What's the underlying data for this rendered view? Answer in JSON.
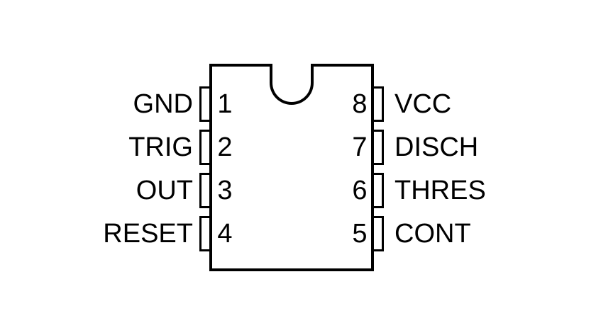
{
  "diagram": {
    "type": "ic-pinout",
    "package": "8-pin-dip",
    "colors": {
      "line": "#000000",
      "background": "#ffffff",
      "text": "#000000"
    },
    "pins": {
      "left": [
        {
          "number": "1",
          "label": "GND"
        },
        {
          "number": "2",
          "label": "TRIG"
        },
        {
          "number": "3",
          "label": "OUT"
        },
        {
          "number": "4",
          "label": "RESET"
        }
      ],
      "right": [
        {
          "number": "8",
          "label": "VCC"
        },
        {
          "number": "7",
          "label": "DISCH"
        },
        {
          "number": "6",
          "label": "THRES"
        },
        {
          "number": "5",
          "label": "CONT"
        }
      ]
    }
  }
}
